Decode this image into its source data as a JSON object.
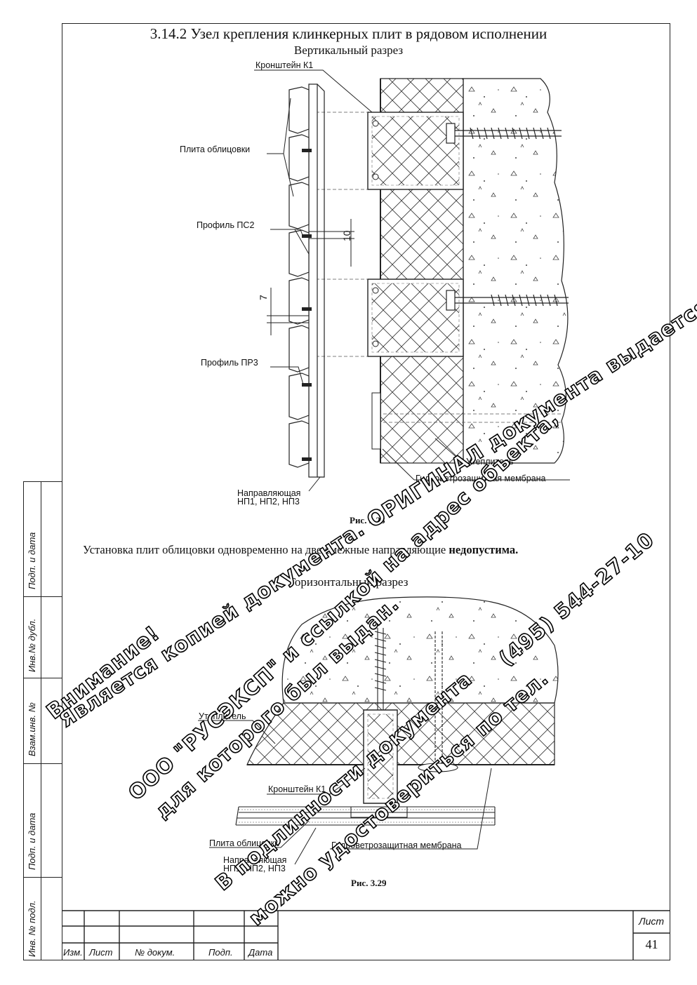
{
  "section_title": "3.14.2 Узел крепления клинкерных плит в рядовом исполнении",
  "vertical_section_title": "Вертикальный разрез",
  "horizontal_section_title": "Горизонтальный разрез",
  "fig1": {
    "caption": "Рис. 3.28",
    "labels": {
      "bracket": "Кронштейн К1",
      "tile": "Плита облицовки",
      "profile_ps2": "Профиль ПС2",
      "profile_pr3": "Профиль ПР3",
      "guide_line1": "Направляющая",
      "guide_line2": "НП1, НП2, НП3",
      "insulation": "Утеплитель",
      "membrane": "Гидроветрозащитная мембрана",
      "dim_10": "10",
      "dim_7": "7"
    }
  },
  "note": {
    "text": "Установка плит облицовки одновременно на две смежные направляющие ",
    "bold": "недопустима."
  },
  "fig2": {
    "caption": "Рис. 3.29",
    "labels": {
      "insulation": "Утеплитель",
      "bracket": "Кронштейн К1",
      "tile": "Плита облицовки",
      "membrane": "Гидроветрозащитная мембрана",
      "guide_line1": "Направляющая",
      "guide_line2": "НП1, НП2, НП3"
    }
  },
  "side_stamp": {
    "podp_data_1": "Подп. и дата",
    "inv_dubl": "Инв.№ дубл.",
    "vzam_inv": "Взам.инв. №",
    "podp_data_2": "Подп. и дата",
    "inv_podl": "Инв. № подл."
  },
  "title_block": {
    "izm": "Изм.",
    "list": "Лист",
    "doc_no": "№ докум.",
    "podp": "Подп.",
    "data": "Дата",
    "sheet_label": "Лист",
    "sheet_number": "41"
  },
  "watermark": {
    "line1": "Внимание!",
    "line2": "Является копией документа. ОРИГИНАЛ документа выдается с синей печатью",
    "line3": "ООО \"РУСЭКСП\" и ссылкой на адрес объекта,",
    "line4": "для которого был выдан.",
    "line5": "(495) 544-27-10",
    "line6": "В подлинности документа",
    "line7": "можно удостовериться по тел."
  }
}
